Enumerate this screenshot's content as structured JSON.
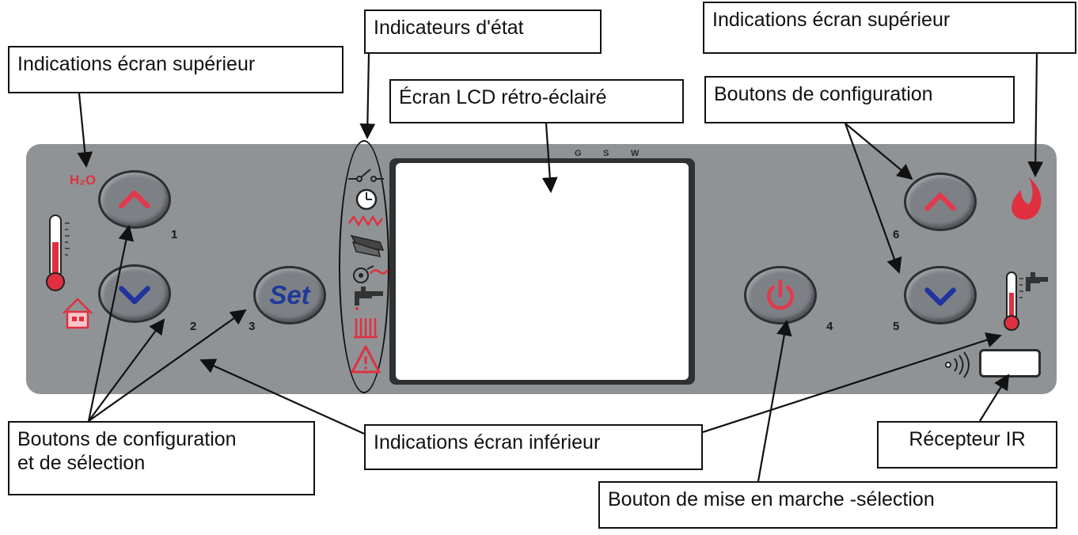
{
  "callouts": {
    "top_left": "Indications écran supérieur",
    "status": "Indicateurs d'état",
    "lcd": "Écran LCD rétro-éclairé",
    "top_right": "Indications écran supérieur",
    "config_buttons": "Boutons de configuration",
    "bottom_left_line1": "Boutons de configuration",
    "bottom_left_line2": "et de sélection",
    "lower_screen": "Indications écran inférieur",
    "ir_receiver": "Récepteur IR",
    "power_button": "Bouton de mise en marche -sélection"
  },
  "panel": {
    "h2o_label": "H₂O",
    "set_label": "Set",
    "gsw": [
      "G",
      "S",
      "W"
    ],
    "button_numbers": [
      "1",
      "2",
      "3",
      "4",
      "5",
      "6"
    ]
  },
  "icons": [
    "thermometer-icon",
    "house-icon",
    "switch-icon",
    "clock-icon",
    "heating-element-icon",
    "pellet-icon",
    "fan-icon",
    "tap-icon",
    "radiator-icon",
    "warning-icon",
    "flame-icon",
    "tap-thermometer-icon",
    "ir-signal-icon",
    "power-icon"
  ],
  "colors": {
    "accent_red": "#e03040",
    "accent_blue": "#1f3a99",
    "panel": "#8f9396"
  }
}
